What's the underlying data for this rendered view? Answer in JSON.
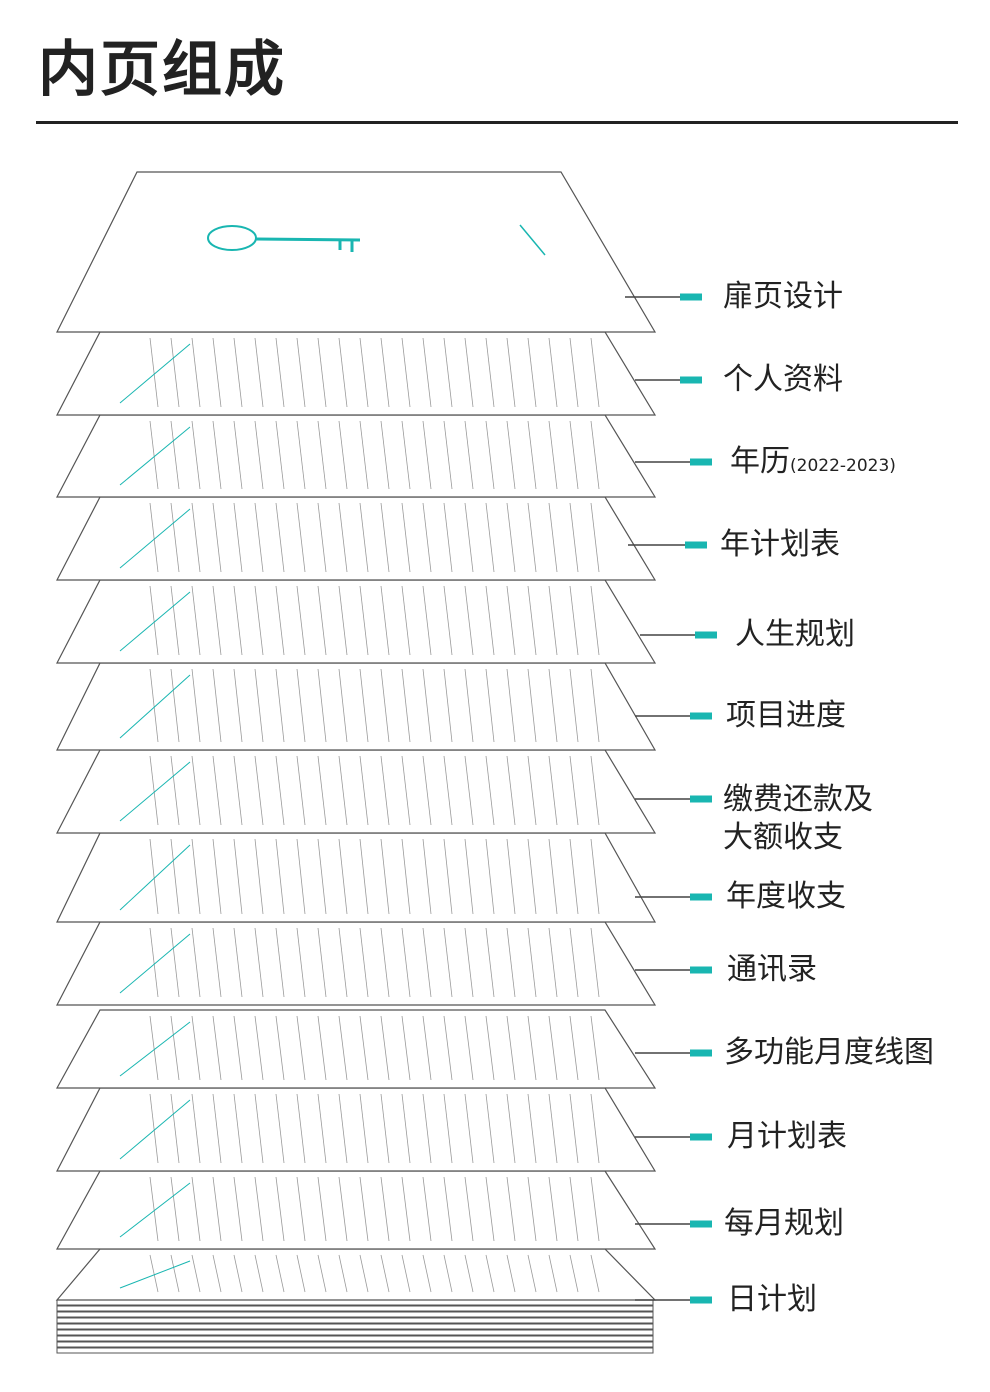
{
  "page": {
    "title": "内页组成"
  },
  "colors": {
    "accent": "#19b6b1",
    "line": "#444444",
    "sheet_border": "#555555"
  },
  "layers": [
    {
      "label": "扉页设计"
    },
    {
      "label": "个人资料"
    },
    {
      "label": "年历",
      "suffix": "(2022-2023)"
    },
    {
      "label": "年计划表"
    },
    {
      "label": "人生规划"
    },
    {
      "label": "项目进度"
    },
    {
      "label": "缴费还款及",
      "label2": "大额收支"
    },
    {
      "label": "年度收支"
    },
    {
      "label": "通讯录"
    },
    {
      "label": "多功能月度线图"
    },
    {
      "label": "月计划表"
    },
    {
      "label": "每月规划"
    },
    {
      "label": "日计划"
    }
  ]
}
